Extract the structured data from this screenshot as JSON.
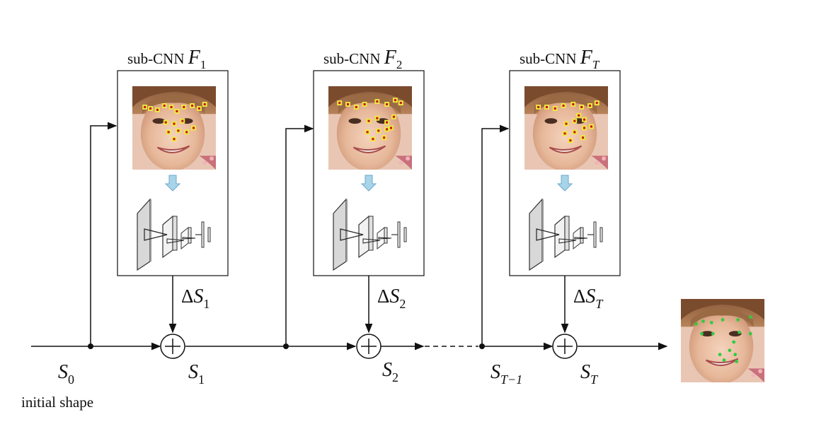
{
  "stages": [
    {
      "title_text": "sub-CNN ",
      "title_var": "F",
      "title_sub": "1",
      "delta_symbol": "Δ",
      "delta_var": "S",
      "delta_sub": "1",
      "out_var": "S",
      "out_sub": "1"
    },
    {
      "title_text": "sub-CNN ",
      "title_var": "F",
      "title_sub": "2",
      "delta_symbol": "Δ",
      "delta_var": "S",
      "delta_sub": "2",
      "out_var": "S",
      "out_sub": "2"
    },
    {
      "title_text": "sub-CNN ",
      "title_var": "F",
      "title_sub": "T",
      "delta_symbol": "Δ",
      "delta_var": "S",
      "delta_sub": "T",
      "out_var": "S",
      "out_sub": "T"
    }
  ],
  "inputs": {
    "s0_var": "S",
    "s0_sub": "0",
    "s0_caption": "initial shape",
    "st1_var": "S",
    "st1_sub": "T−1"
  },
  "colors": {
    "line": "#111111",
    "arrow_down": "#a8d4ea",
    "landmark_fill": "#c41a1a",
    "landmark_box": "#f1ec3c",
    "final_landmark": "#2ecc40"
  }
}
